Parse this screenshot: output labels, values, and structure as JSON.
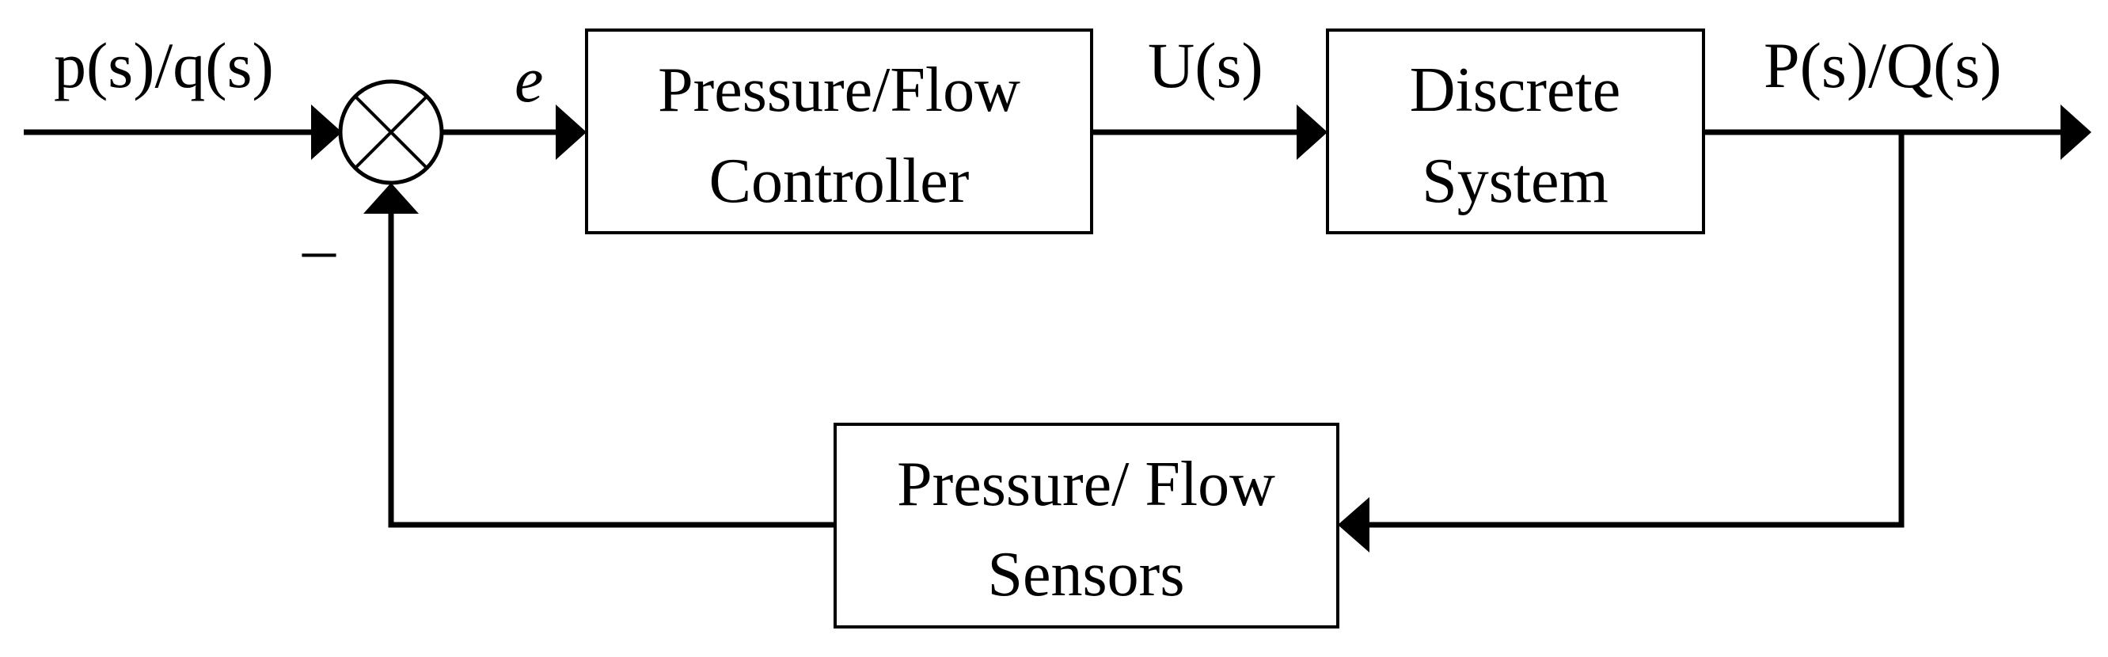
{
  "diagram": {
    "signals": {
      "reference": "p(s)/q(s)",
      "error": "e",
      "control": "U(s)",
      "output": "P(s)/Q(s)"
    },
    "summing_junction": {
      "feedback_sign": "–"
    },
    "blocks": {
      "controller": {
        "line1": "Pressure/Flow",
        "line2": "Controller"
      },
      "system": {
        "line1": "Discrete",
        "line2": "System"
      },
      "sensors": {
        "line1": "Pressure/ Flow",
        "line2": "Sensors"
      }
    }
  }
}
